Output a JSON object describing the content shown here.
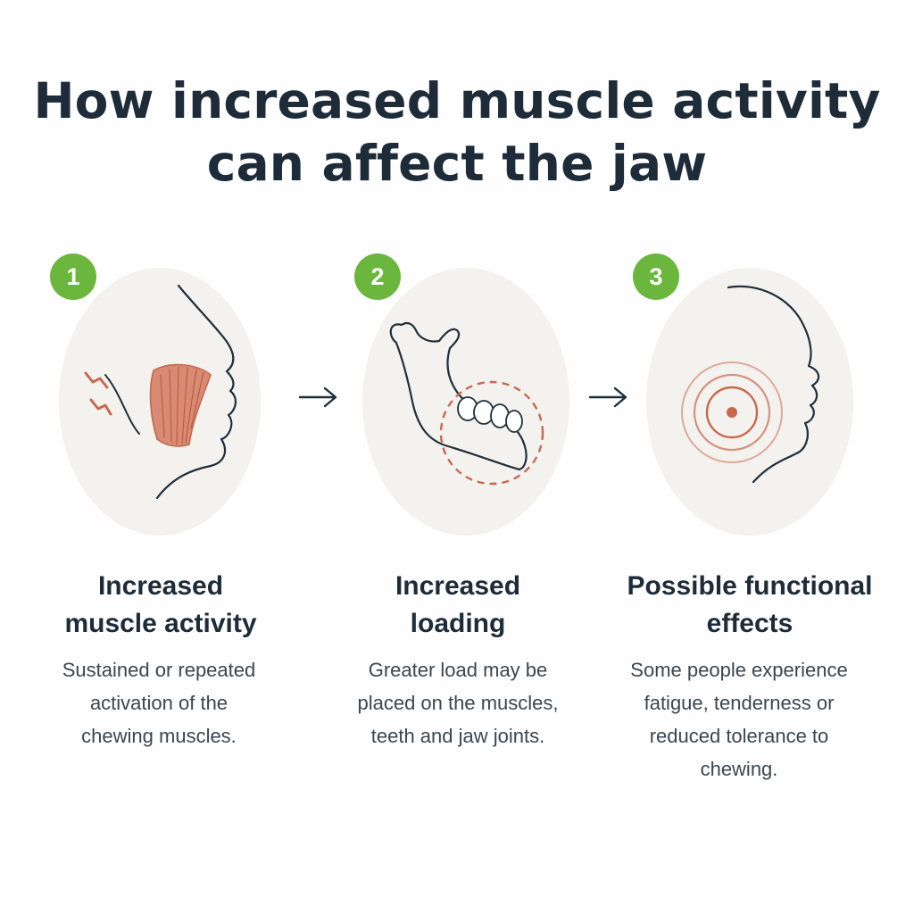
{
  "title": {
    "line1": "How increased muscle activity",
    "line2": "can affect the jaw"
  },
  "colors": {
    "badge_green": "#6bb63c",
    "accent_red": "#c8694f",
    "line_dark": "#1f2f3b",
    "circle_fill": "#f4f2ef"
  },
  "steps": [
    {
      "number": "1",
      "icon": "face-muscle-icon",
      "title_lines": [
        "Increased",
        "muscle activity"
      ],
      "desc_lines": [
        "Sustained or repeated",
        "activation of the",
        "chewing muscles."
      ]
    },
    {
      "number": "2",
      "icon": "jaw-teeth-icon",
      "title_lines": [
        "Increased",
        "loading"
      ],
      "desc_lines": [
        "Greater load may be",
        "placed on the muscles,",
        "teeth and jaw joints."
      ]
    },
    {
      "number": "3",
      "icon": "face-target-icon",
      "title_lines": [
        "Possible functional",
        "effects"
      ],
      "desc_lines": [
        "Some people experience",
        "fatigue, tenderness or",
        "reduced tolerance to",
        "chewing."
      ]
    }
  ]
}
